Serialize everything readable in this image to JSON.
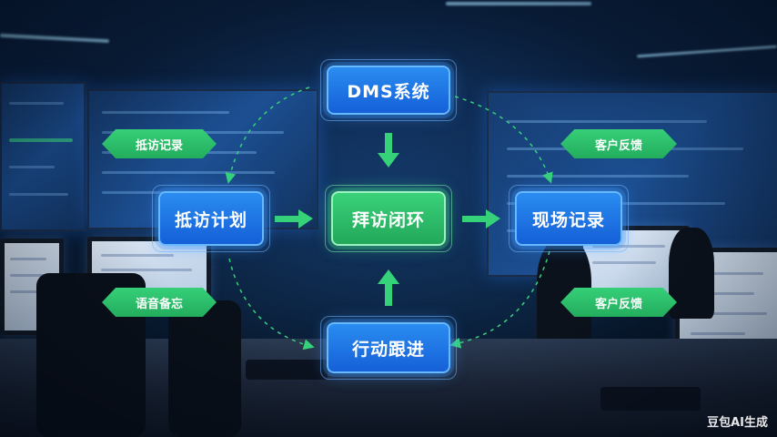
{
  "nodes": {
    "top": "DMS系统",
    "left": "抵访计划",
    "center": "拜访闭环",
    "right": "现场记录",
    "bottom": "行动跟进"
  },
  "tags": {
    "top_left": "抵访记录",
    "top_right": "客户反馈",
    "bottom_left": "语音备忘",
    "bottom_right": "客户反馈"
  },
  "watermark": "豆包AI生成",
  "colors": {
    "node_blue": "#1e6fe0",
    "node_green": "#2bbd68",
    "arrow_green": "#35d27a",
    "background": "#0a1e3a"
  }
}
